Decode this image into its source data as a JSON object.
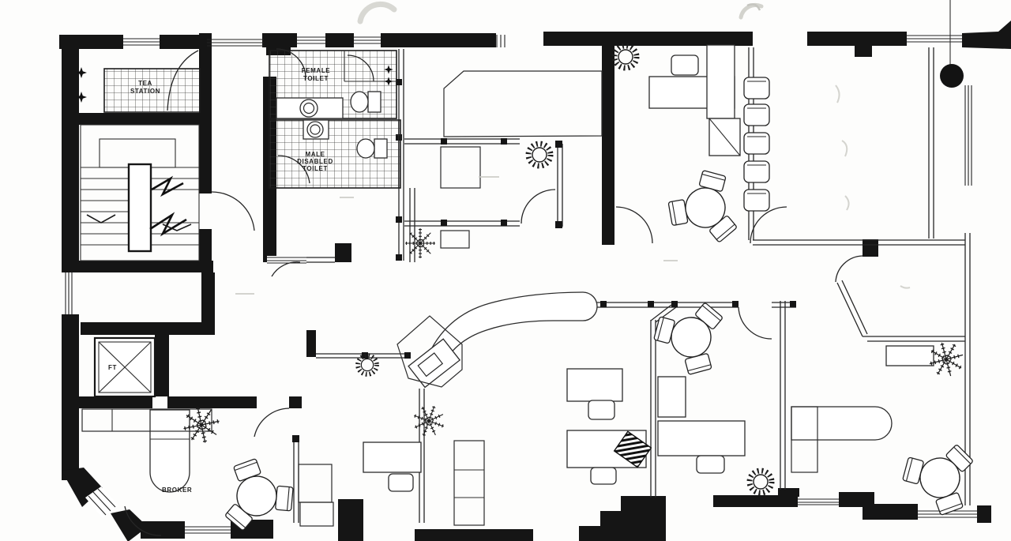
{
  "meta": {
    "drawing_type": "scanned black-and-white office floor plan",
    "ink_color": "#1b1b1b",
    "paper_color": "#fdfdfc"
  },
  "labels": {
    "tea_station": {
      "line1": "TEA",
      "line2": "STATION"
    },
    "female_toilet": {
      "line1": "FEMALE",
      "line2": "TOILET"
    },
    "male_disabled_toilet": {
      "line1": "MALE",
      "line2": "DISABLED",
      "line3": "TOILET"
    },
    "lift": {
      "label": "FT"
    },
    "broker": {
      "label": "BROKER"
    }
  }
}
